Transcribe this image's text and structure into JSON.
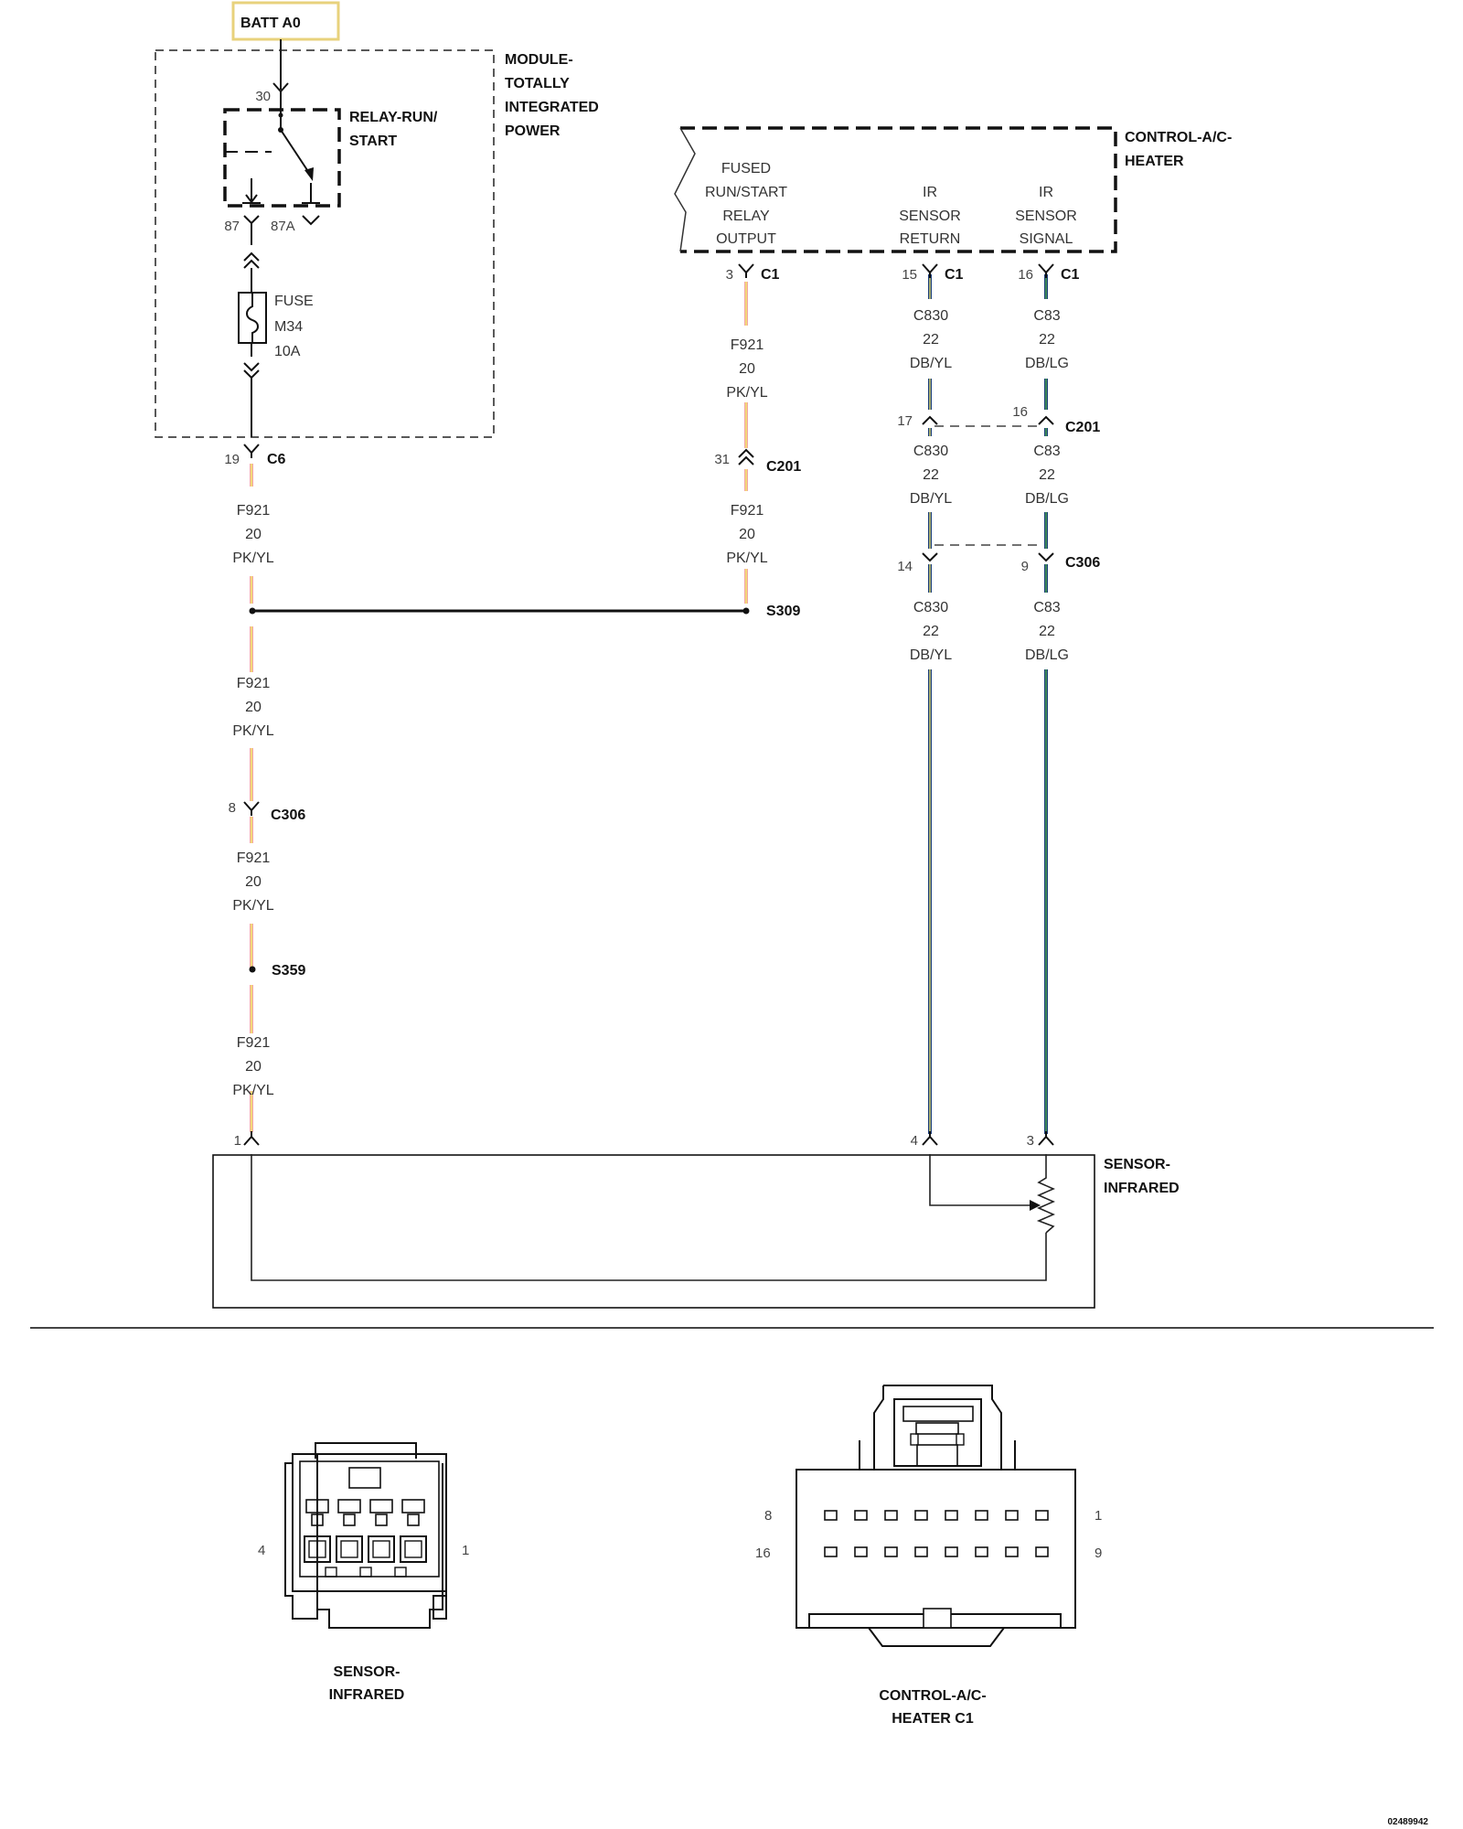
{
  "batt": {
    "label": "BATT A0"
  },
  "module_tip": {
    "lines": [
      "MODULE-",
      "TOTALLY",
      "INTEGRATED",
      "POWER"
    ]
  },
  "relay": {
    "lines": [
      "RELAY-RUN/",
      "START"
    ],
    "pin_30": "30",
    "pin_87": "87",
    "pin_87a": "87A"
  },
  "fuse": {
    "lines": [
      "FUSE",
      "M34",
      "10A"
    ]
  },
  "control_module": {
    "title_lines": [
      "CONTROL-A/C-",
      "HEATER"
    ],
    "func_fused": [
      "FUSED",
      "RUN/START",
      "RELAY",
      "OUTPUT"
    ],
    "func_ir_return": [
      "IR",
      "SENSOR",
      "RETURN"
    ],
    "func_ir_signal": [
      "IR",
      "SENSOR",
      "SIGNAL"
    ]
  },
  "left": {
    "c6_pin": "19",
    "c6_conn": "C6",
    "w1": [
      "F921",
      "20",
      "PK/YL"
    ],
    "w2": [
      "F921",
      "20",
      "PK/YL"
    ],
    "c306_pin": "8",
    "c306_conn": "C306",
    "w3": [
      "F921",
      "20",
      "PK/YL"
    ],
    "s359": "S359",
    "w4": [
      "F921",
      "20",
      "PK/YL"
    ],
    "sensor_pin": "1"
  },
  "mid": {
    "c1_pin": "3",
    "c1_conn": "C1",
    "w1": [
      "F921",
      "20",
      "PK/YL"
    ],
    "c201_pin": "31",
    "c201_conn": "C201",
    "w2": [
      "F921",
      "20",
      "PK/YL"
    ],
    "s309": "S309"
  },
  "ret": {
    "c1_pin": "15",
    "c1_conn": "C1",
    "w1": [
      "C830",
      "22",
      "DB/YL"
    ],
    "c201_pin": "17",
    "w2": [
      "C830",
      "22",
      "DB/YL"
    ],
    "c306_pin": "14",
    "w3": [
      "C830",
      "22",
      "DB/YL"
    ],
    "sensor_pin": "4"
  },
  "sig": {
    "c1_pin": "16",
    "c1_conn": "C1",
    "w1": [
      "C83",
      "22",
      "DB/LG"
    ],
    "c201_pin": "16",
    "c201_conn": "C201",
    "w2": [
      "C83",
      "22",
      "DB/LG"
    ],
    "c306_pin": "9",
    "c306_conn": "C306",
    "w3": [
      "C83",
      "22",
      "DB/LG"
    ],
    "sensor_pin": "3"
  },
  "sensor": {
    "title_lines": [
      "SENSOR-",
      "INFRARED"
    ]
  },
  "view_sensor": {
    "pin_left": "4",
    "pin_right": "1",
    "caption_lines": [
      "SENSOR-",
      "INFRARED"
    ]
  },
  "view_control": {
    "pin_tl": "8",
    "pin_tr": "1",
    "pin_bl": "16",
    "pin_br": "9",
    "caption_lines": [
      "CONTROL-A/C-",
      "HEATER C1"
    ]
  },
  "doc_id": "02489942",
  "colors": {
    "pink": "#f4a6a6",
    "yellow": "#f2e96a",
    "dark_blue": "#1a3d7a",
    "light_green": "#52b24a",
    "batt_border": "#e8d27c"
  }
}
